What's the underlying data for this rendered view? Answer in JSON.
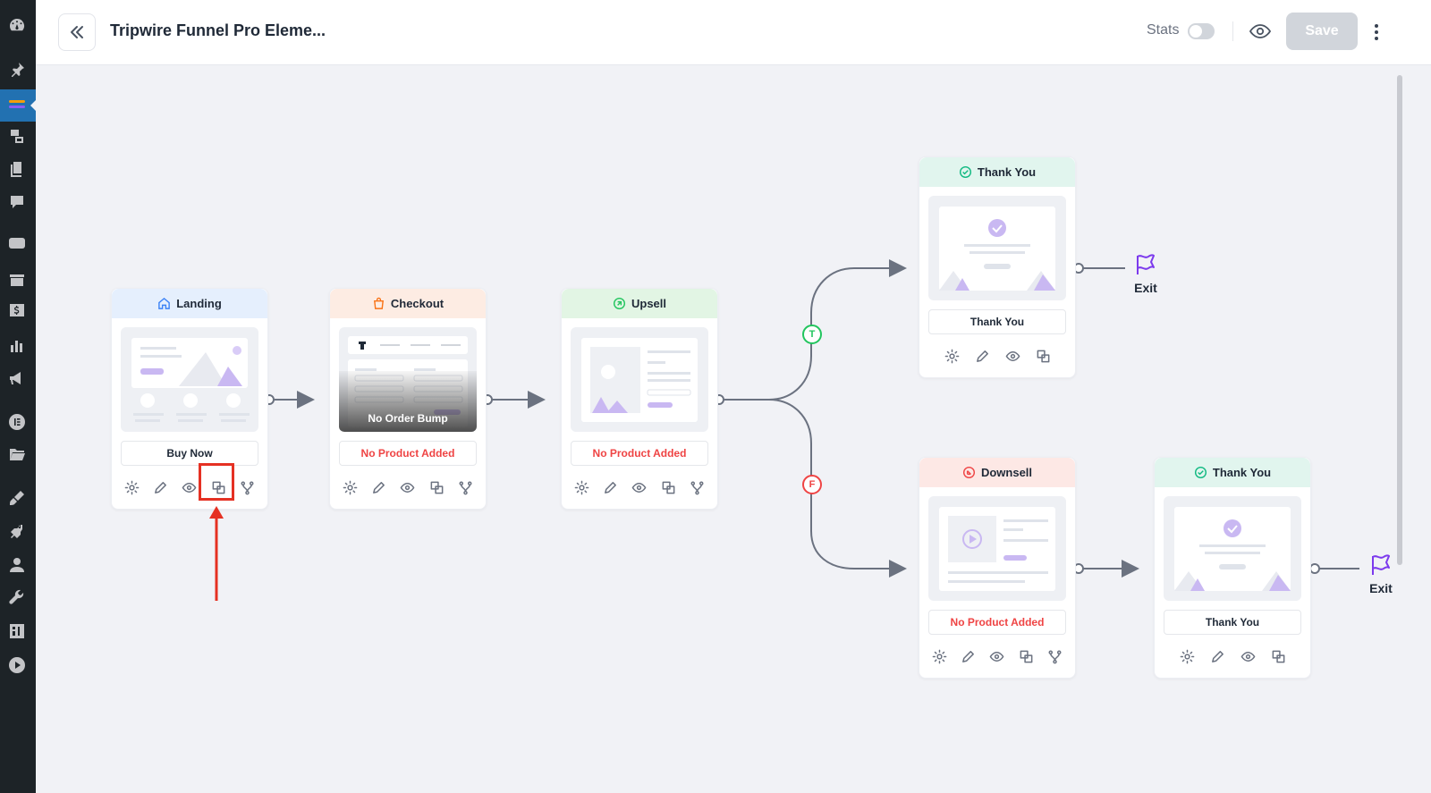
{
  "header": {
    "title": "Tripwire Funnel Pro Eleme...",
    "stats_label": "Stats",
    "save_label": "Save"
  },
  "wp_sidebar": {
    "icons": [
      "dashboard-icon",
      "pin-icon",
      "funnel-icon",
      "media-icon",
      "pages-icon",
      "comments-icon",
      "woo-icon",
      "products-icon",
      "payments-icon",
      "analytics-icon",
      "marketing-icon",
      "elementor-icon",
      "templates-icon",
      "appearance-icon",
      "plugins-icon",
      "users-icon",
      "tools-icon",
      "settings-icon",
      "play-icon"
    ],
    "active_item": "funnel-icon"
  },
  "steps": {
    "landing": {
      "title": "Landing",
      "label": "Buy Now"
    },
    "checkout": {
      "title": "Checkout",
      "label": "No Product Added",
      "order_bump": "No Order Bump"
    },
    "upsell": {
      "title": "Upsell",
      "label": "No Product Added"
    },
    "thankyou1": {
      "title": "Thank You",
      "label": "Thank You"
    },
    "downsell": {
      "title": "Downsell",
      "label": "No Product Added"
    },
    "thankyou2": {
      "title": "Thank You",
      "label": "Thank You"
    }
  },
  "branches": {
    "true_label": "T",
    "false_label": "F"
  },
  "exits": {
    "exit1": "Exit",
    "exit2": "Exit"
  },
  "colors": {
    "accent": "#2271b1",
    "error": "#ef4444",
    "success": "#22c55e",
    "annotation": "#e53123",
    "illustration": "#c9b8f2"
  }
}
